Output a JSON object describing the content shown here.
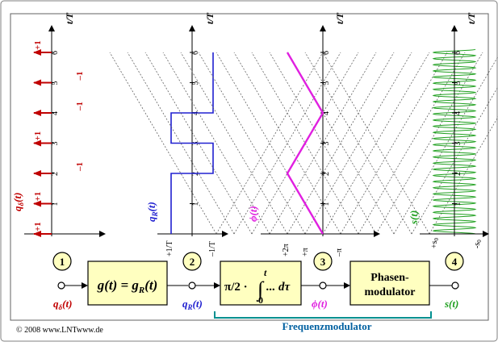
{
  "axis_label": "t/T",
  "panels": {
    "impulses": {
      "signal_label": "q",
      "signal_sub": "δ",
      "signal_arg": "(t)",
      "y_ticks": [
        "1",
        "2",
        "3",
        "4",
        "5",
        "6"
      ],
      "impulse_values": [
        "+1",
        "+1",
        "–1",
        "+1",
        "–1",
        "–1",
        "+1"
      ],
      "impulse_times": [
        0,
        1,
        2,
        3,
        4,
        5,
        6
      ]
    },
    "rect": {
      "signal_label": "q",
      "signal_sub": "R",
      "signal_arg": "(t)",
      "y_ticks": [
        "1",
        "2",
        "3",
        "4",
        "5",
        "6"
      ],
      "x_ticks": [
        "+1/T",
        "–1/T"
      ],
      "segments": [
        {
          "from": 0,
          "to": 2,
          "value": 1
        },
        {
          "from": 2,
          "to": 3,
          "value": -1
        },
        {
          "from": 3,
          "to": 4,
          "value": 1
        },
        {
          "from": 4,
          "to": 6,
          "value": -1
        }
      ]
    },
    "phase": {
      "signal_label": "ϕ(t)",
      "y_ticks": [
        "1",
        "2",
        "3",
        "4",
        "5",
        "6"
      ],
      "x_ticks": [
        "+2π",
        "+π",
        "–π"
      ],
      "path_points": [
        [
          0,
          0
        ],
        [
          1,
          1
        ],
        [
          2,
          2
        ],
        [
          3,
          1
        ],
        [
          4,
          0
        ],
        [
          5,
          1
        ],
        [
          6,
          2
        ]
      ]
    },
    "fm": {
      "signal_label": "s(t)",
      "y_ticks": [
        "1",
        "2",
        "3",
        "4",
        "5",
        "6"
      ],
      "x_ticks": [
        "+s",
        "-s"
      ],
      "x_tick_sub": "0",
      "carrier_periods": 30
    }
  },
  "blocks": {
    "numbers": [
      "1",
      "2",
      "3",
      "4"
    ],
    "filter_label": "g(t) = g",
    "filter_sub": "R",
    "filter_arg": "(t)",
    "integrator_prefix": "π/2 ·",
    "integrator_upper": "t",
    "integrator_lower": "0",
    "integrator_body": "... dτ",
    "modulator_line1": "Phasen-",
    "modulator_line2": "modulator",
    "fm_group_label": "Frequenzmodulator"
  },
  "signal_names": {
    "qd": "q",
    "qd_sub": "δ",
    "qd_arg": "(t)",
    "qr": "q",
    "qr_sub": "R",
    "qr_arg": "(t)",
    "phi": "ϕ(t)",
    "s": "s(t)"
  },
  "copyright": "© 2008 www.LNTwww.de",
  "colors": {
    "impulse": "#c00000",
    "rect": "#2020d0",
    "phase": "#e020e0",
    "fm": "#20a020",
    "block_fill": "#ffffc0",
    "circle_fill": "#ffffc0",
    "bracket": "#009090",
    "bracket_text": "#0060a0"
  }
}
